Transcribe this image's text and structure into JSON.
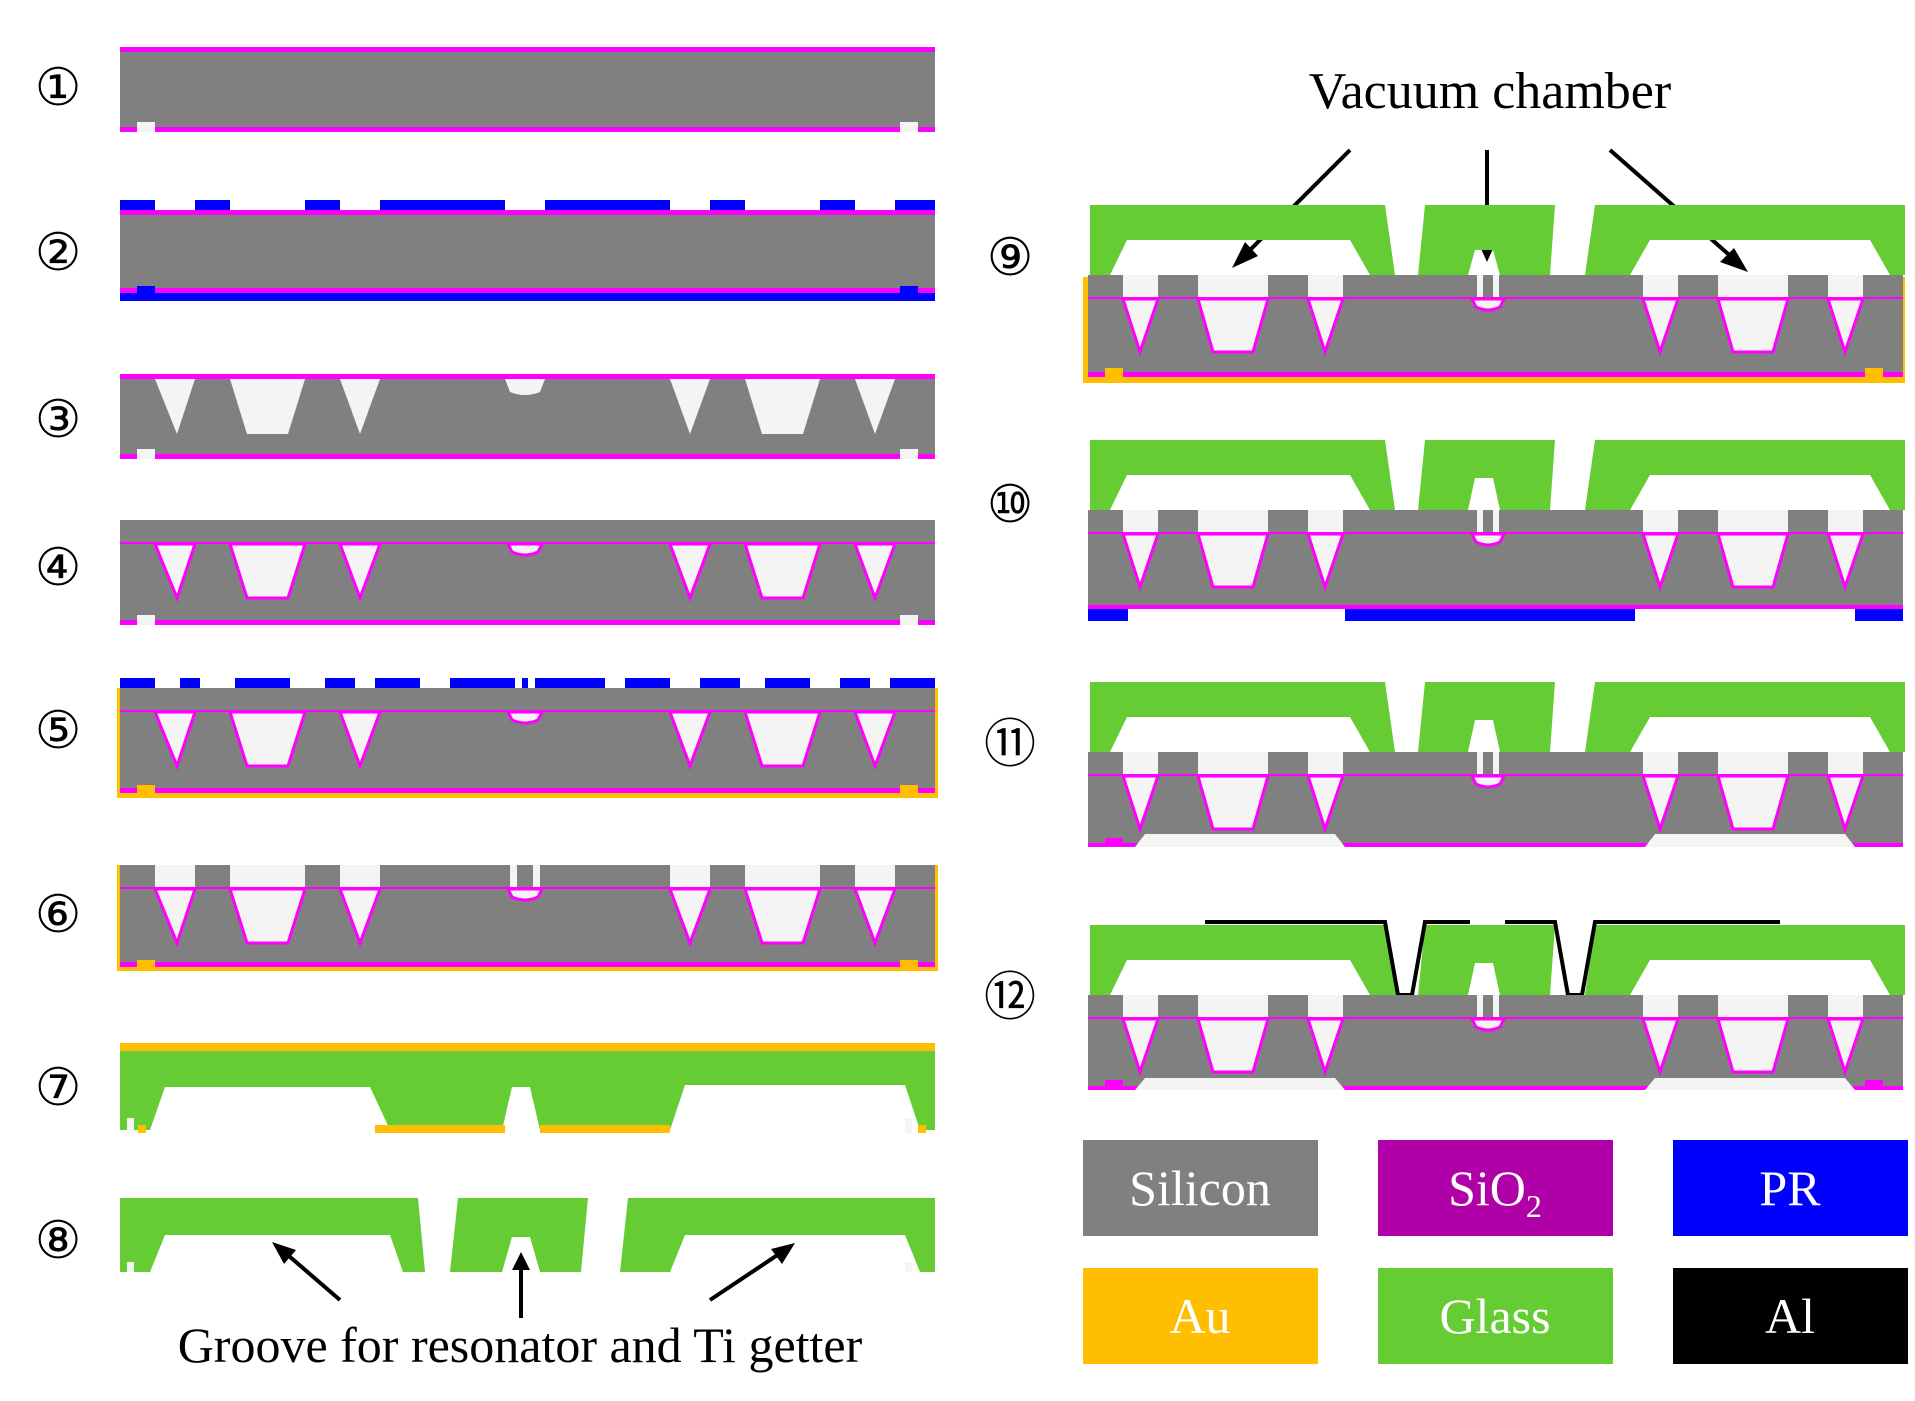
{
  "steps": {
    "s1": "①",
    "s2": "②",
    "s3": "③",
    "s4": "④",
    "s5": "⑤",
    "s6": "⑥",
    "s7": "⑦",
    "s8": "⑧",
    "s9": "⑨",
    "s10": "⑩",
    "s11": "⑪",
    "s12": "⑫"
  },
  "labels": {
    "vacuum_chamber": "Vacuum chamber",
    "groove": "Groove for resonator and Ti getter"
  },
  "legend": {
    "silicon": "Silicon",
    "sio2_main": "SiO",
    "sio2_sub": "2",
    "pr": "PR",
    "au": "Au",
    "glass": "Glass",
    "al": "Al"
  },
  "colors": {
    "silicon": "#808080",
    "sio2": "#b000a8",
    "sio2_line": "#ff00ff",
    "pr": "#0000ff",
    "au": "#ffbe00",
    "glass": "#66cc33",
    "al": "#000000",
    "cavity": "#f4f4f4"
  }
}
